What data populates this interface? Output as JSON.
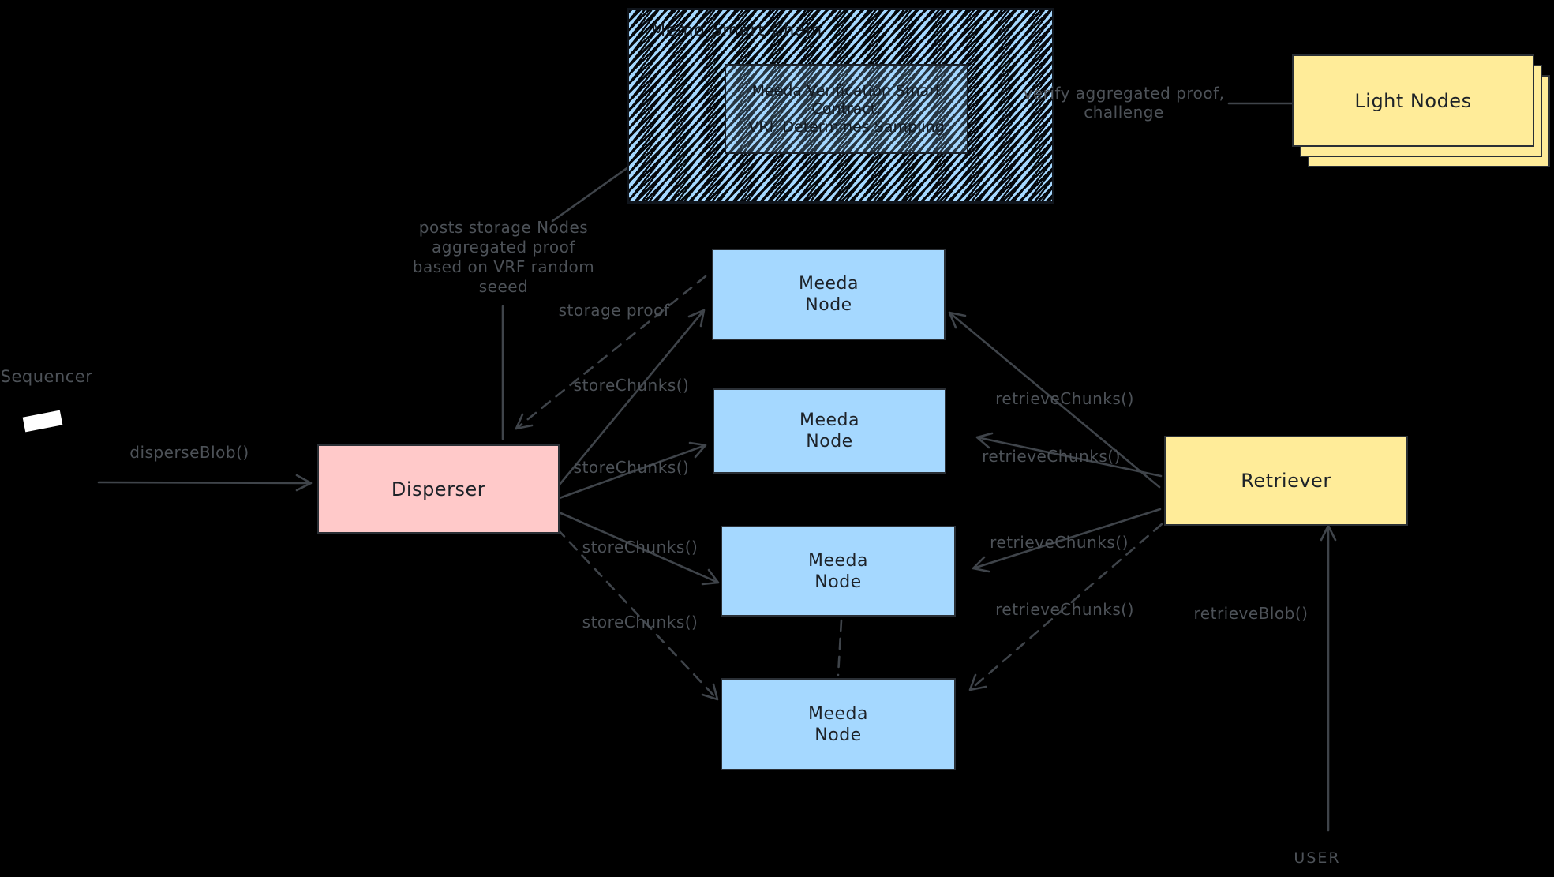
{
  "colors": {
    "canvas_bg": "#000000",
    "node_blue": "#a5d8ff",
    "disperser_pink": "#ffc9c9",
    "retriever_yellow": "#ffec99",
    "box_border": "#2a2f35",
    "box_text": "#1d2228",
    "edge_stroke": "#3f444a",
    "edge_label": "#4d5258",
    "white_note": "#ffffff"
  },
  "chain": {
    "title": "Memo Smart Chain",
    "contract_lines": [
      "Meeda Verification Smart",
      "Contract,",
      "VRF Determines Sampling"
    ]
  },
  "light_nodes": {
    "label": "Light Nodes"
  },
  "actors": {
    "sequencer": "Sequencer",
    "user": "USER"
  },
  "boxes": {
    "disperser": "Disperser",
    "retriever": "Retriever"
  },
  "nodes": [
    {
      "line1": "Meeda",
      "line2": "Node"
    },
    {
      "line1": "Meeda",
      "line2": "Node"
    },
    {
      "line1": "Meeda",
      "line2": "Node"
    },
    {
      "line1": "Meeda",
      "line2": "Node"
    }
  ],
  "edge_labels": {
    "disperse_blob": "disperseBlob()",
    "store_chunks": "storeChunks()",
    "retrieve_chunks": "retrieveChunks()",
    "retrieve_blob": "retrieveBlob()",
    "storage_proof": "storage proof",
    "posts_proof_lines": [
      "posts storage Nodes",
      "aggregated proof",
      "based on VRF random",
      "seeed"
    ],
    "verify_lines": [
      "verify aggregated proof,",
      "challenge"
    ]
  }
}
